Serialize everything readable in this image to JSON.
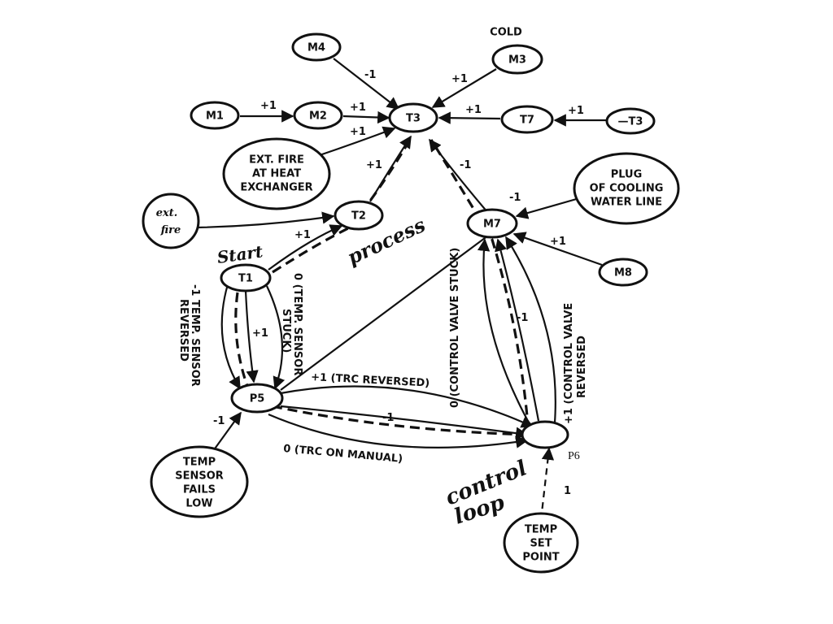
{
  "nodes": {
    "m4": "M4",
    "m3": "M3",
    "m3_note": "COLD",
    "m1": "M1",
    "m2": "M2",
    "t3": "T3",
    "t7": "T7",
    "t3b": "—T3",
    "ext_fire_hx": [
      "EXT. FIRE",
      "AT HEAT",
      "EXCHANGER"
    ],
    "plug": [
      "PLUG",
      "OF COOLING",
      "WATER LINE"
    ],
    "ext_fire": [
      "ext.",
      "fire"
    ],
    "t2": "T2",
    "m7": "M7",
    "m8": "M8",
    "t1": "T1",
    "p5": "P5",
    "p6": "P6",
    "temp_sensor_fails": [
      "TEMP",
      "SENSOR",
      "FAILS",
      "LOW"
    ],
    "temp_set_point": [
      "TEMP",
      "SET",
      "POINT"
    ]
  },
  "edge_labels": {
    "m4_t3": "-1",
    "m3_t3": "+1",
    "m1_m2": "+1",
    "m2_t3": "+1",
    "t7_t3": "+1",
    "t3b_t7": "+1",
    "exthx_t3": "+1",
    "t2_t3": "+1",
    "m7_t3": "-1",
    "plug_m7": "-1",
    "m8_m7": "+1",
    "ext_t2": "+1",
    "t1_p5": "+1",
    "p6_m7": "-1",
    "tsf_p5": "-1",
    "tsp_p6": "1",
    "temp_sensor_reversed": "-1 TEMP. SENSOR",
    "temp_sensor_reversed_2": "REVERSED",
    "temp_sensor_stuck": "0 (TEMP. SENSOR",
    "temp_sensor_stuck_2": "STUCK)",
    "trc_reversed": "+1 (TRC REVERSED)",
    "p5_p6": "-1",
    "trc_manual": "0 (TRC ON MANUAL)",
    "control_valve_stuck": "0 (CONTROL VALVE STUCK)",
    "control_valve_reversed": "+1 (CONTROL VALVE",
    "control_valve_reversed_2": "REVERSED"
  },
  "annotations": {
    "start": "Start",
    "process": "process",
    "control": "control",
    "loop": "loop"
  }
}
